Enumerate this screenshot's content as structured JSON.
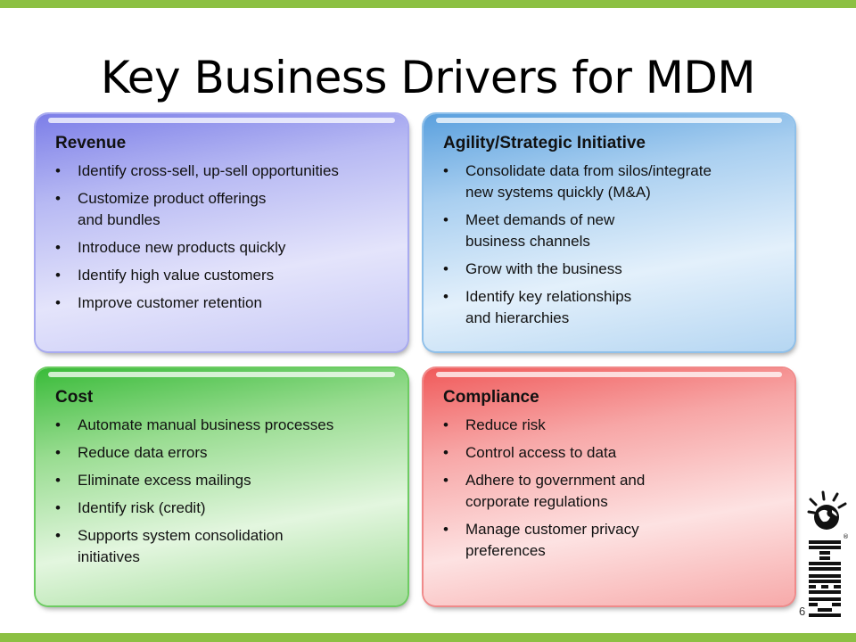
{
  "slide": {
    "title": "Key Business Drivers for MDM",
    "number": "6",
    "accent_color": "#8cc043"
  },
  "panels": {
    "revenue": {
      "heading": "Revenue",
      "color": "#7c7ee8",
      "items": [
        "Identify cross-sell, up-sell opportunities",
        "Customize product offerings\nand bundles",
        "Introduce new products quickly",
        "Identify high value customers",
        "Improve customer retention"
      ]
    },
    "agility": {
      "heading": "Agility/Strategic Initiative",
      "color": "#5aa0de",
      "items": [
        "Consolidate data from silos/integrate\nnew systems quickly (M&A)",
        "Meet demands of new\nbusiness channels",
        "Grow with the business",
        "Identify key relationships\nand hierarchies"
      ]
    },
    "cost": {
      "heading": "Cost",
      "color": "#39bb39",
      "items": [
        "Automate manual business processes",
        "Reduce data errors",
        "Eliminate excess mailings",
        "Identify risk (credit)",
        "Supports system consolidation\ninitiatives"
      ]
    },
    "compliance": {
      "heading": "Compliance",
      "color": "#f05a5a",
      "items": [
        "Reduce risk",
        "Control access to data",
        "Adhere to government and\ncorporate regulations",
        "Manage customer privacy\npreferences"
      ]
    }
  },
  "logo": {
    "icon": "ibm-smarter-planet-logo",
    "text": "IBM"
  }
}
